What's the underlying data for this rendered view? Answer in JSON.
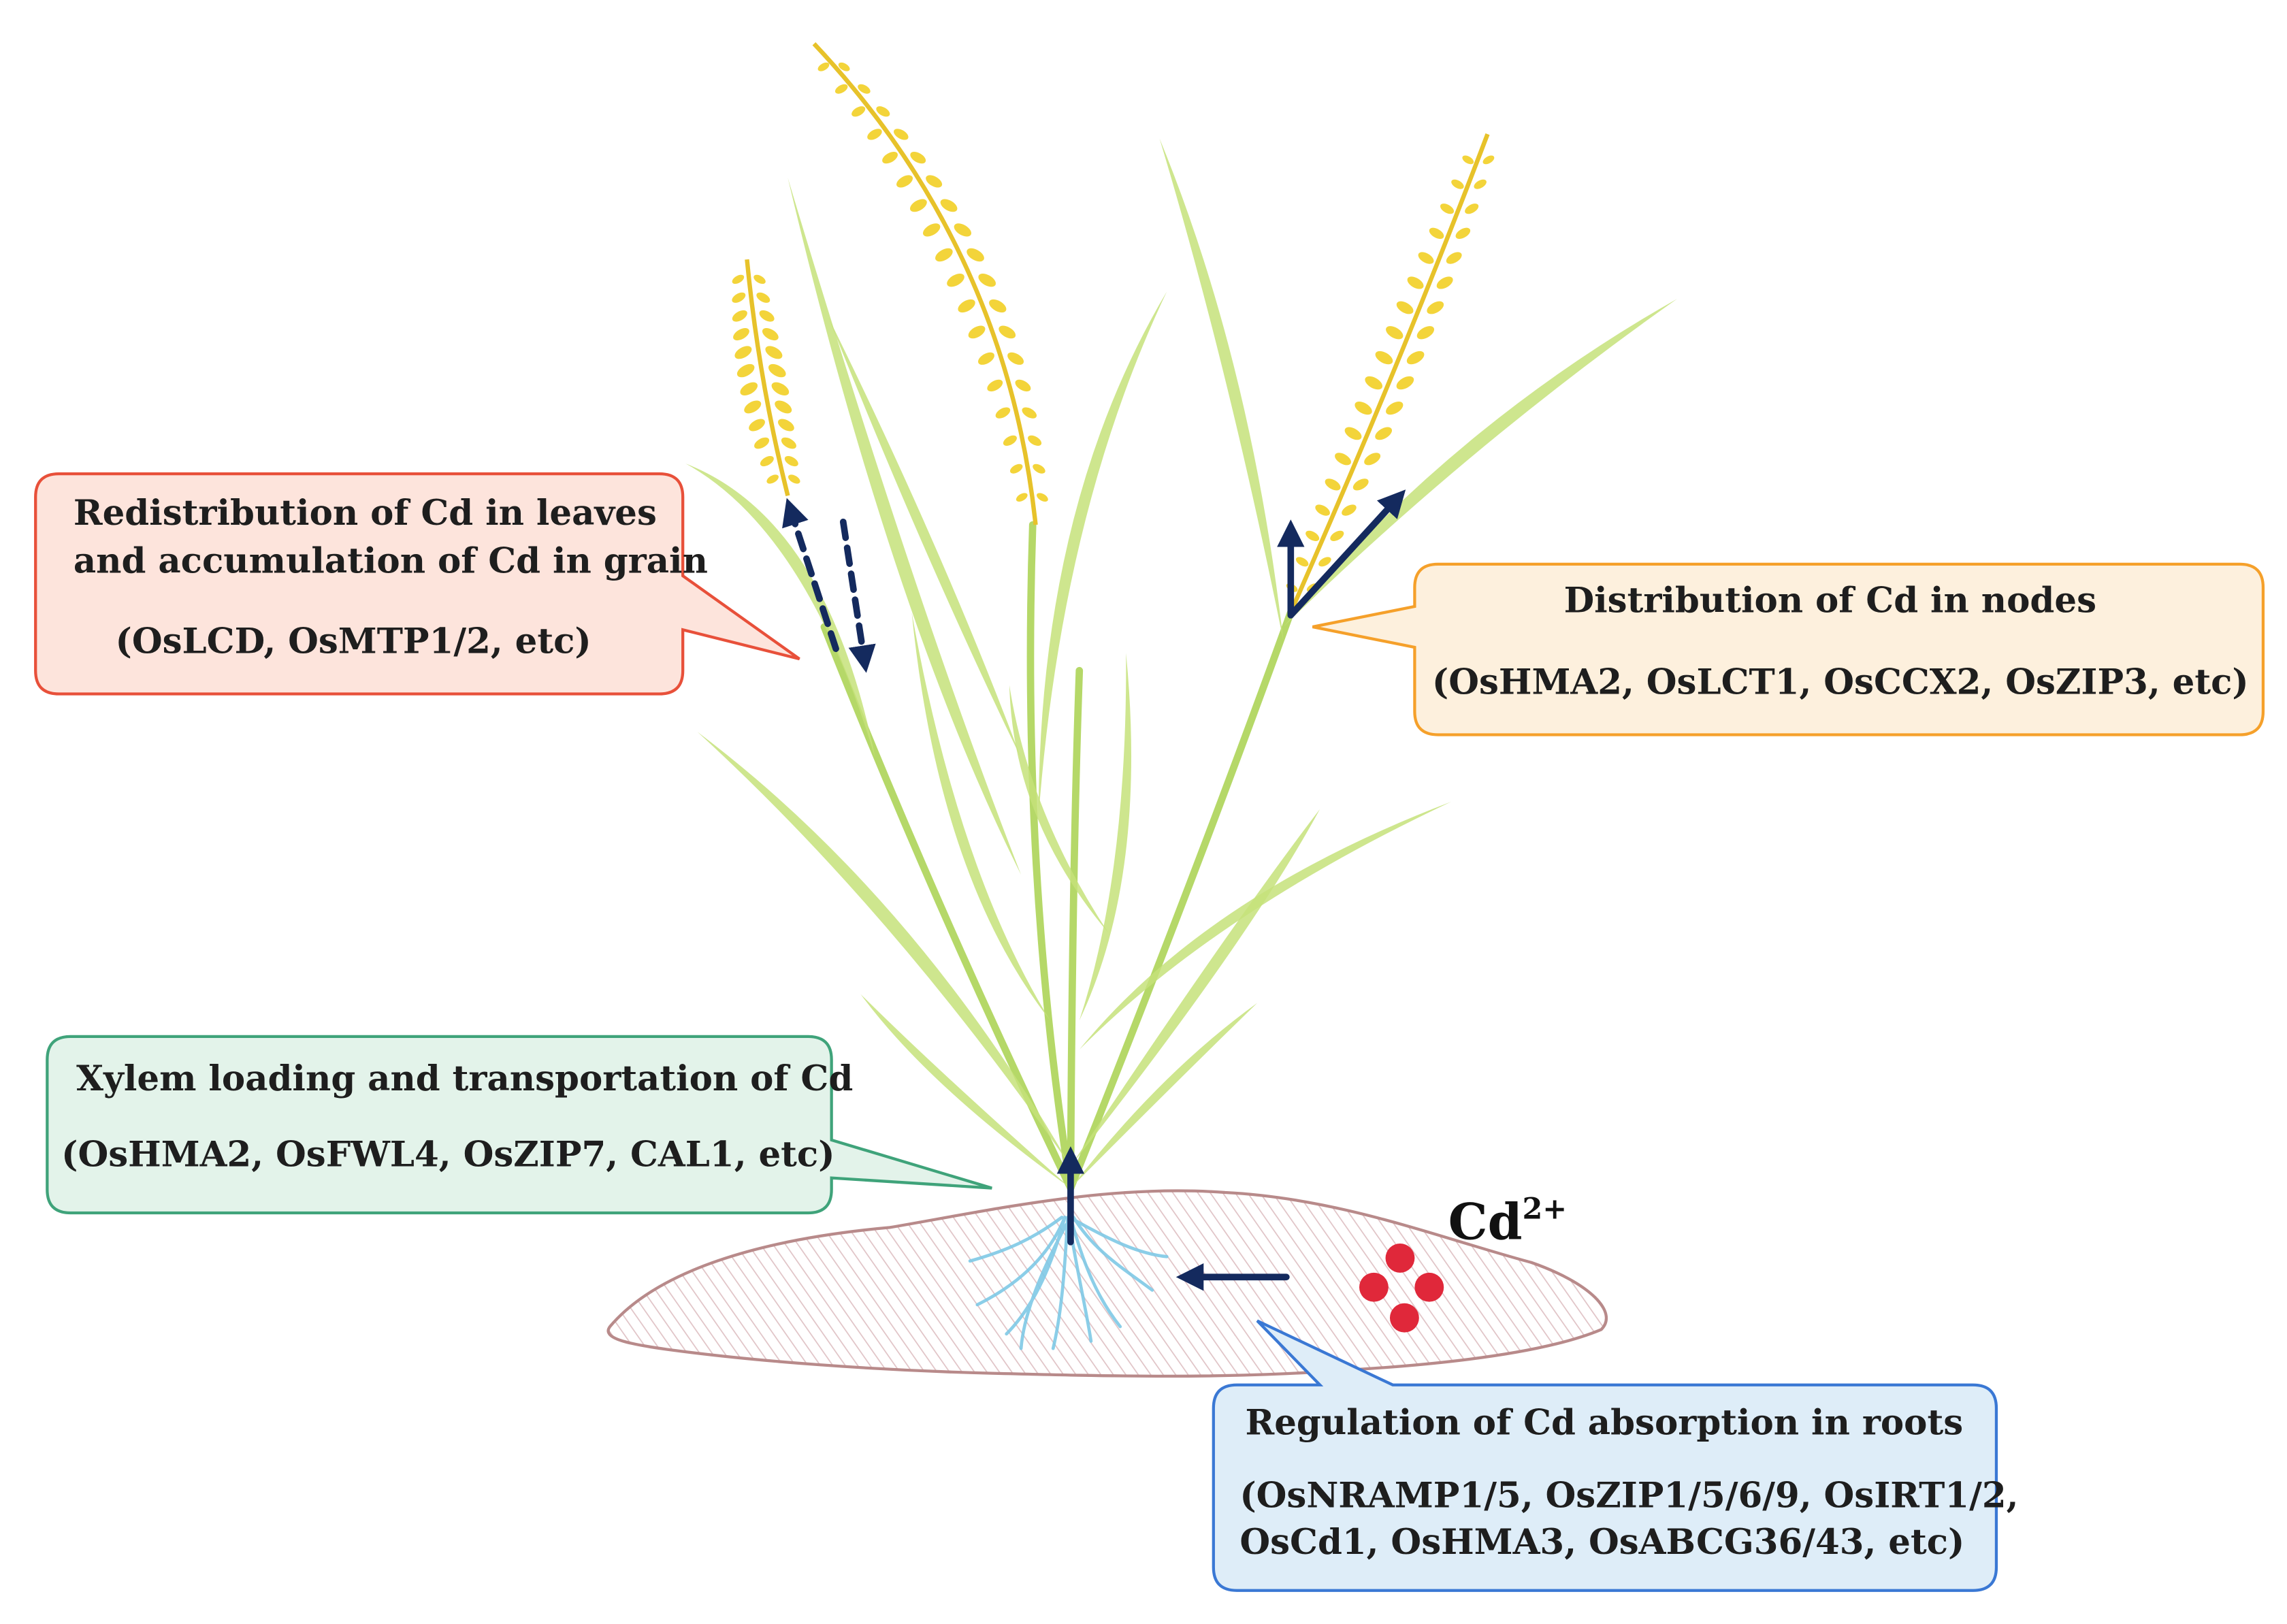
{
  "diagram": {
    "ion": {
      "symbol": "Cd",
      "charge": "2+"
    },
    "callouts": {
      "leaves": {
        "title_lines": [
          "Redistribution of Cd in leaves",
          "and accumulation of Cd in grain"
        ],
        "genes_lines": [
          "(OsLCD, OsMTP1/2, etc)"
        ],
        "border_color": "#e8503a",
        "fill_color": "#fde4dc"
      },
      "nodes": {
        "title_lines": [
          "Distribution of Cd in nodes"
        ],
        "genes_lines": [
          "(OsHMA2, OsLCT1, OsCCX2, OsZIP3, etc)"
        ],
        "border_color": "#f5a02a",
        "fill_color": "#fdf0dd"
      },
      "xylem": {
        "title_lines": [
          "Xylem loading and transportation of Cd"
        ],
        "genes_lines": [
          "(OsHMA2, OsFWL4, OsZIP7, CAL1, etc)"
        ],
        "border_color": "#3fa37a",
        "fill_color": "#e3f3ea"
      },
      "roots": {
        "title_lines": [
          "Regulation of Cd absorption in roots"
        ],
        "genes_lines": [
          "(OsNRAMP1/5, OsZIP1/5/6/9, OsIRT1/2,",
          "OsCd1, OsHMA3, OsABCG36/43, etc)"
        ],
        "border_color": "#3a78d4",
        "fill_color": "#deedf8"
      }
    },
    "colors": {
      "arrow": "#142a5e",
      "cd_particle": "#e0283a",
      "leaf": "#c6e27a",
      "stem": "#b5d868",
      "grain": "#f3d43a",
      "root": "#7fc9e6",
      "soil_outline": "#b88a8a",
      "soil_hatch": "#d8b4b8"
    }
  }
}
